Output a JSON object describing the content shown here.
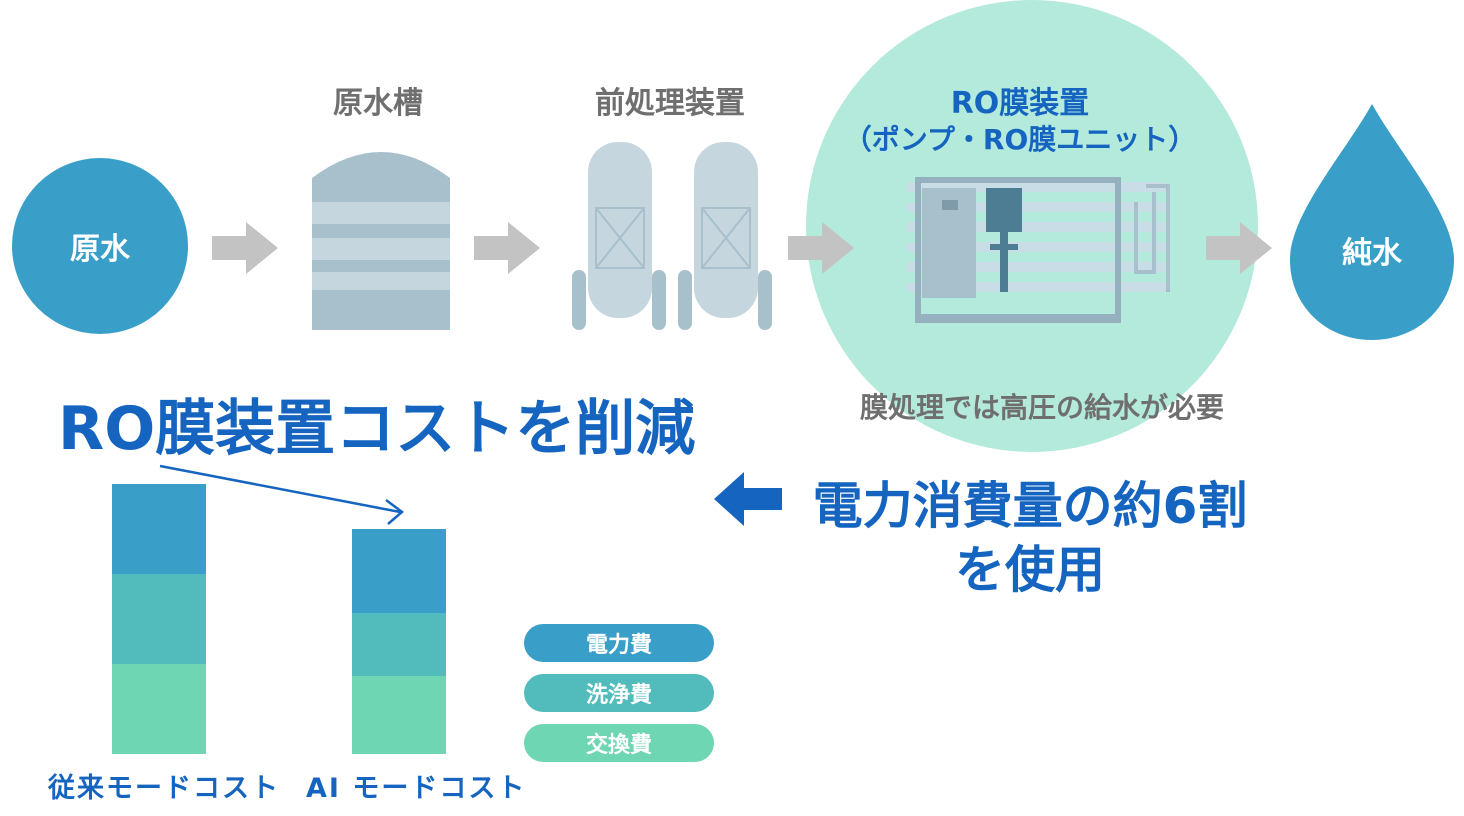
{
  "flow": {
    "raw_water": "原水",
    "raw_tank": "原水槽",
    "pretreatment": "前処理装置",
    "ro_unit_line1": "RO膜装置",
    "ro_unit_line2": "（ポンプ・RO膜ユニット）",
    "pure_water": "純水",
    "ro_note": "膜処理では高圧の給水が必要"
  },
  "headline": "RO膜装置コストを削減",
  "power": {
    "line1": "電力消費量の約6割",
    "line2": "を使用"
  },
  "legend": [
    {
      "label": "電力費",
      "color": "#3a9fc8"
    },
    {
      "label": "洗浄費",
      "color": "#52bcbc"
    },
    {
      "label": "交換費",
      "color": "#6fd6b4"
    }
  ],
  "chart_data": {
    "type": "bar",
    "stacked": true,
    "categories": [
      "従来モードコスト",
      "AI モードコスト"
    ],
    "series": [
      {
        "name": "交換費",
        "values": [
          30,
          26
        ]
      },
      {
        "name": "洗浄費",
        "values": [
          30,
          21
        ]
      },
      {
        "name": "電力費",
        "values": [
          30,
          28
        ]
      }
    ],
    "ylim": [
      0,
      90
    ]
  },
  "colors": {
    "circle_blue": "#3a9fc8",
    "arrow_gray": "#c3c3c3",
    "equip_blue": "#a8c0cc",
    "mint_bg": "#b4eadb",
    "headline_blue": "#1565c0"
  }
}
